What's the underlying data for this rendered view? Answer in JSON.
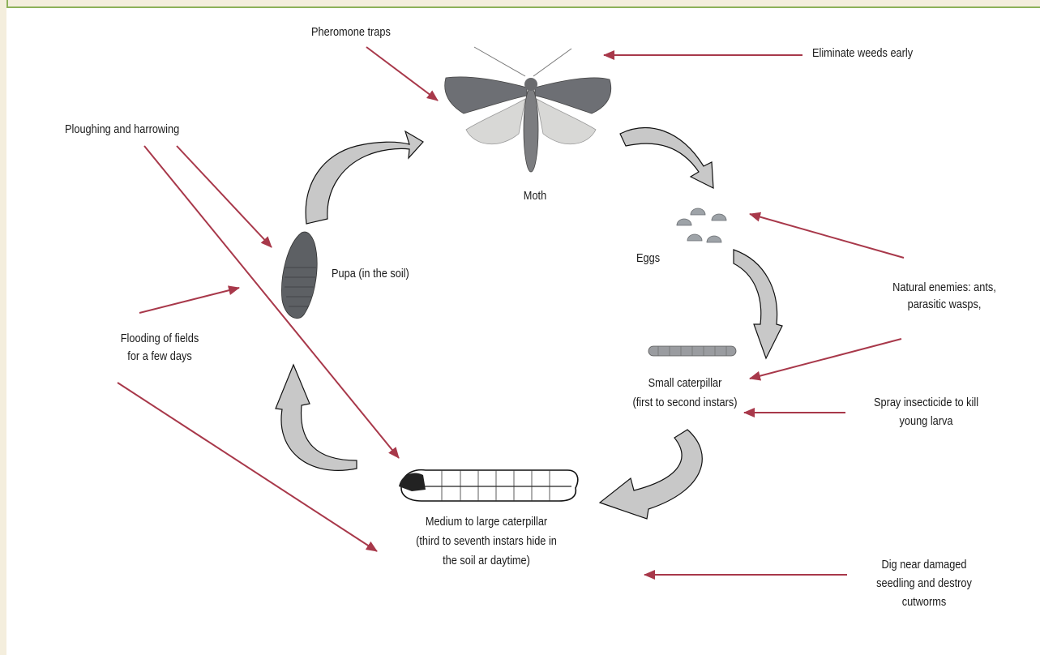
{
  "labels": {
    "pheromone": "Pheromone traps",
    "eliminate": "Eliminate weeds early",
    "ploughing": "Ploughing and harrowing",
    "moth": "Moth",
    "eggs": "Eggs",
    "pupa": "Pupa (in the soil)",
    "natural_enemies_1": "Natural enemies: ants,",
    "natural_enemies_2": "parasitic wasps,",
    "flooding_1": "Flooding of fields",
    "flooding_2": "for a few days",
    "small_cat_1": "Small caterpillar",
    "small_cat_2": "(first to second instars)",
    "spray_1": "Spray insecticide to kill",
    "spray_2": "young larva",
    "medium_cat_1": "Medium to large caterpillar",
    "medium_cat_2": "(third to seventh instars hide in",
    "medium_cat_3": "the soil ar daytime)",
    "dig_1": "Dig near damaged",
    "dig_2": "seedling and destroy",
    "dig_3": "cutworms"
  },
  "colors": {
    "control_arrow": "#a8384a",
    "cycle_arrow_fill": "#c8c8c8",
    "frame_border": "#8db15a",
    "frame_bg": "#f4eedd"
  }
}
